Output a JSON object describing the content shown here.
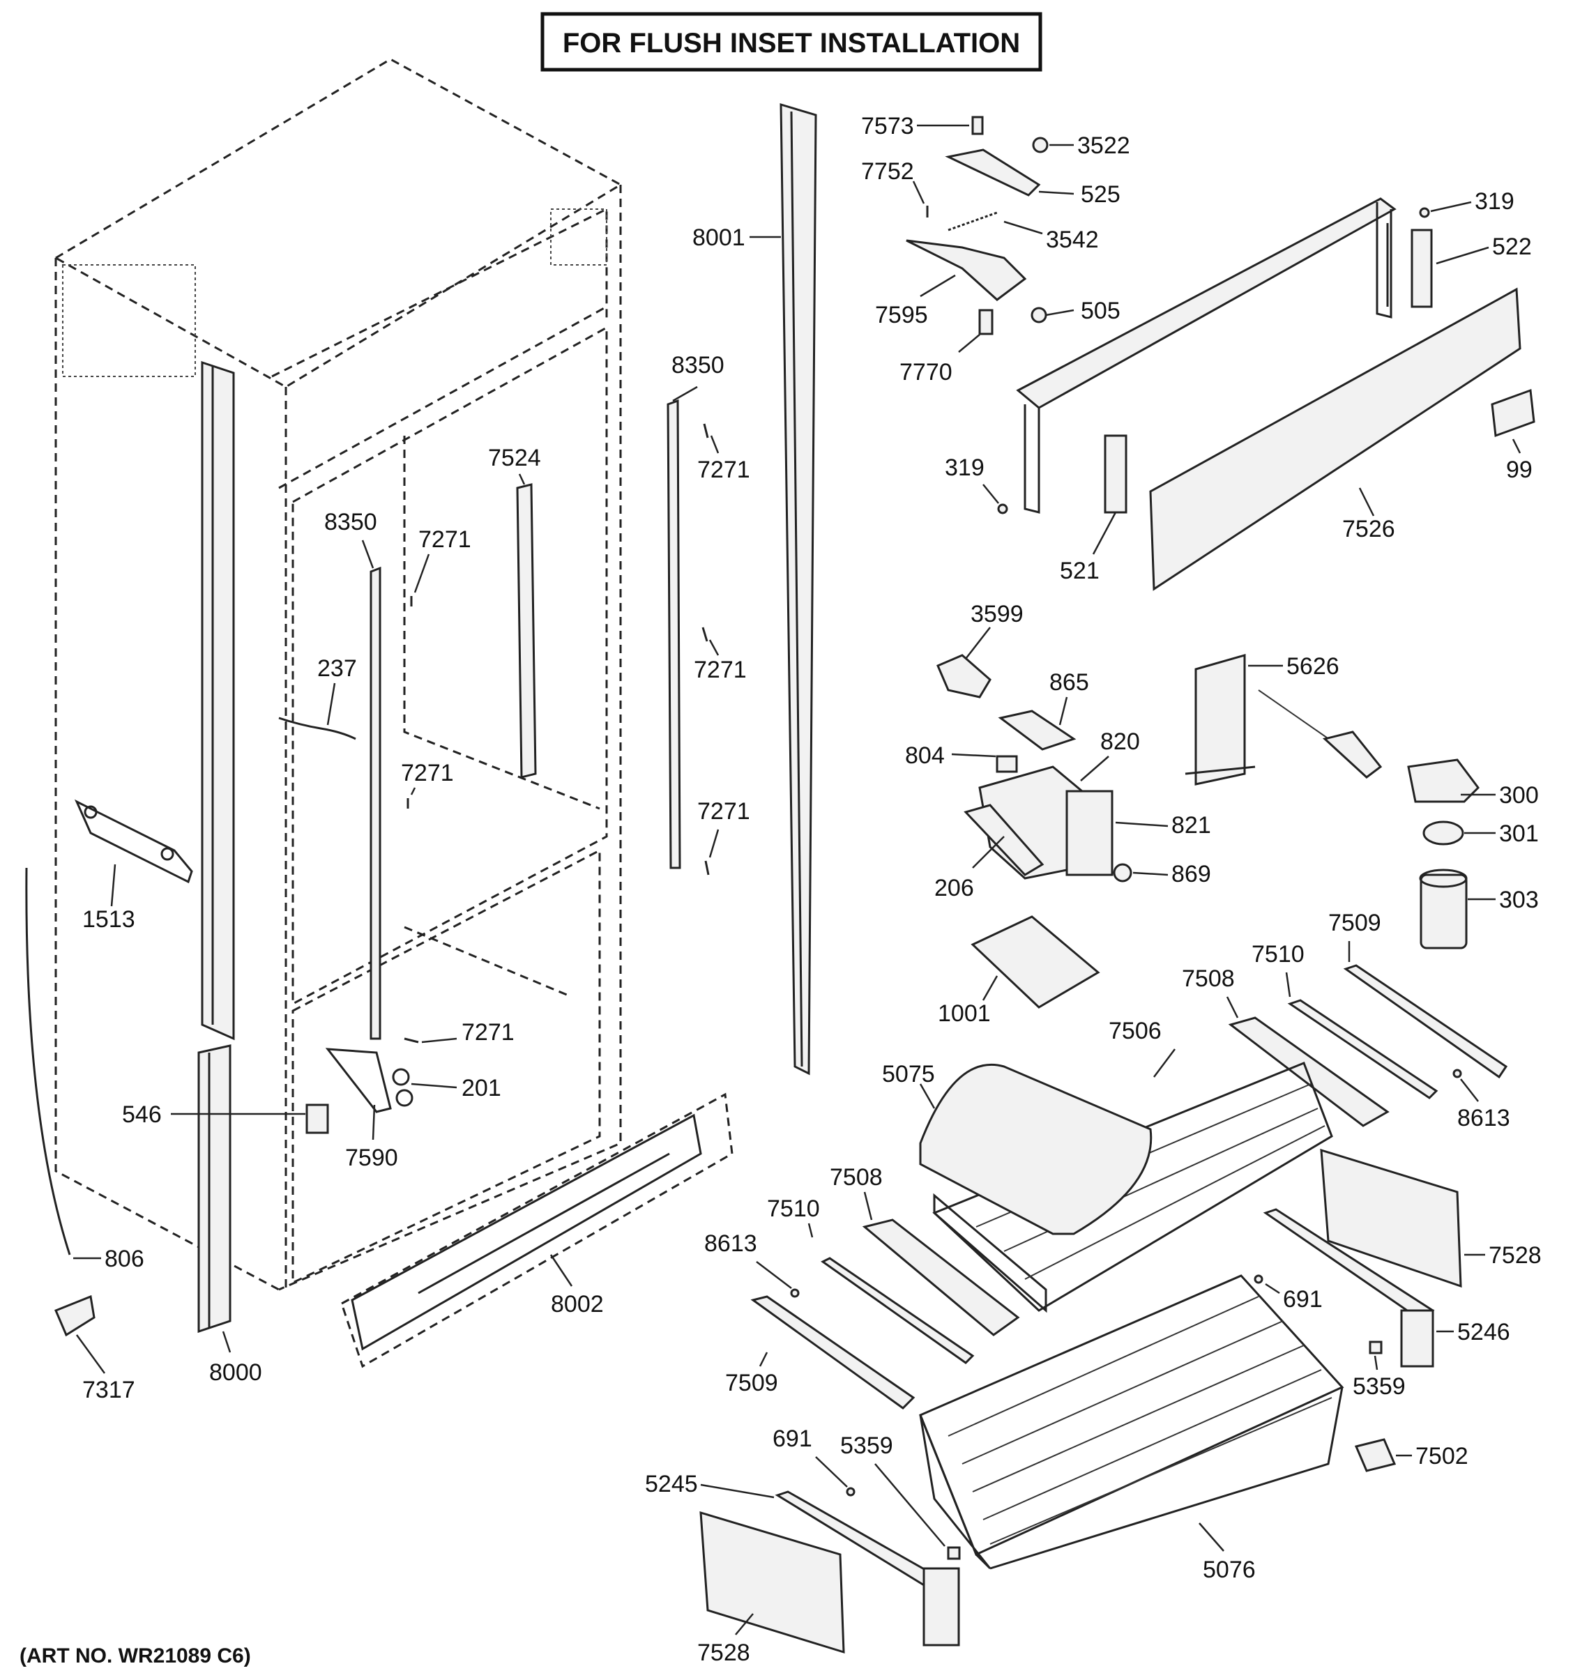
{
  "title": "FOR FLUSH INSET INSTALLATION",
  "art_no": "(ART NO. WR21089 C6)",
  "labels": {
    "l7573": "7573",
    "l3522": "3522",
    "l7752": "7752",
    "l525": "525",
    "l3542": "3542",
    "l319a": "319",
    "l522": "522",
    "l7595": "7595",
    "l505": "505",
    "l7770": "7770",
    "l8001": "8001",
    "l8350a": "8350",
    "l7271a": "7271",
    "l7524": "7524",
    "l8350b": "8350",
    "l7271b": "7271",
    "l237": "237",
    "l7271c": "7271",
    "l7271d": "7271",
    "l7271e": "7271",
    "l319b": "319",
    "l521": "521",
    "l7526": "7526",
    "l99": "99",
    "l3599": "3599",
    "l5626": "5626",
    "l865": "865",
    "l820": "820",
    "l804": "804",
    "l300": "300",
    "l821": "821",
    "l301": "301",
    "l206": "206",
    "l869": "869",
    "l303": "303",
    "l1513": "1513",
    "l7509a": "7509",
    "l7510a": "7510",
    "l1001": "1001",
    "l7508a": "7508",
    "l7506": "7506",
    "l7271f": "7271",
    "l201": "201",
    "l5075": "5075",
    "l546": "546",
    "l7590": "7590",
    "l8613a": "8613",
    "l7508b": "7508",
    "l7510b": "7510",
    "l8613b": "8613",
    "l7528a": "7528",
    "l806": "806",
    "l8002": "8002",
    "l691a": "691",
    "l5246": "5246",
    "l7317": "7317",
    "l8000": "8000",
    "l7509b": "7509",
    "l5359a": "5359",
    "l691b": "691",
    "l5359b": "5359",
    "l7502": "7502",
    "l5245": "5245",
    "l5076": "5076",
    "l7528b": "7528"
  }
}
